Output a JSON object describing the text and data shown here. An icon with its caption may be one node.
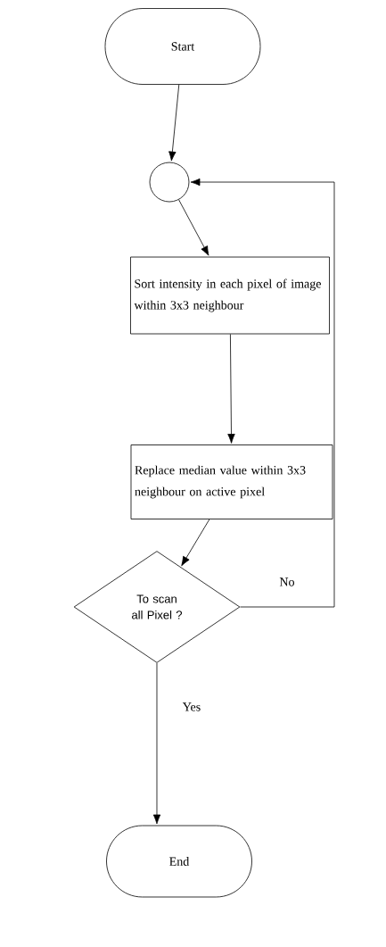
{
  "diagram": {
    "nodes": [
      {
        "text": [
          "Start"
        ]
      },
      {
        "text": [],
        "shape": "circle"
      },
      {
        "text": [
          "Sort intensity in each pixel of image within 3x3 neighbour"
        ]
      },
      {
        "text": [
          "Replace median value within 3x3 neighbour on active pixel"
        ]
      },
      {
        "text": [
          "To scan all Pixel ?"
        ]
      },
      {
        "text": [
          "End"
        ]
      }
    ],
    "edges": [
      {
        "from": 0,
        "to": 1,
        "arrow": "to"
      },
      {
        "from": 1,
        "to": 2,
        "arrow": "to"
      },
      {
        "from": 2,
        "to": 3,
        "arrow": "to"
      },
      {
        "from": 3,
        "to": 4,
        "arrow": "to"
      },
      {
        "from": 4,
        "to": 1,
        "arrow": "to",
        "label": "No"
      },
      {
        "from": 4,
        "to": 5,
        "arrow": "to",
        "label": "Yes"
      }
    ]
  }
}
